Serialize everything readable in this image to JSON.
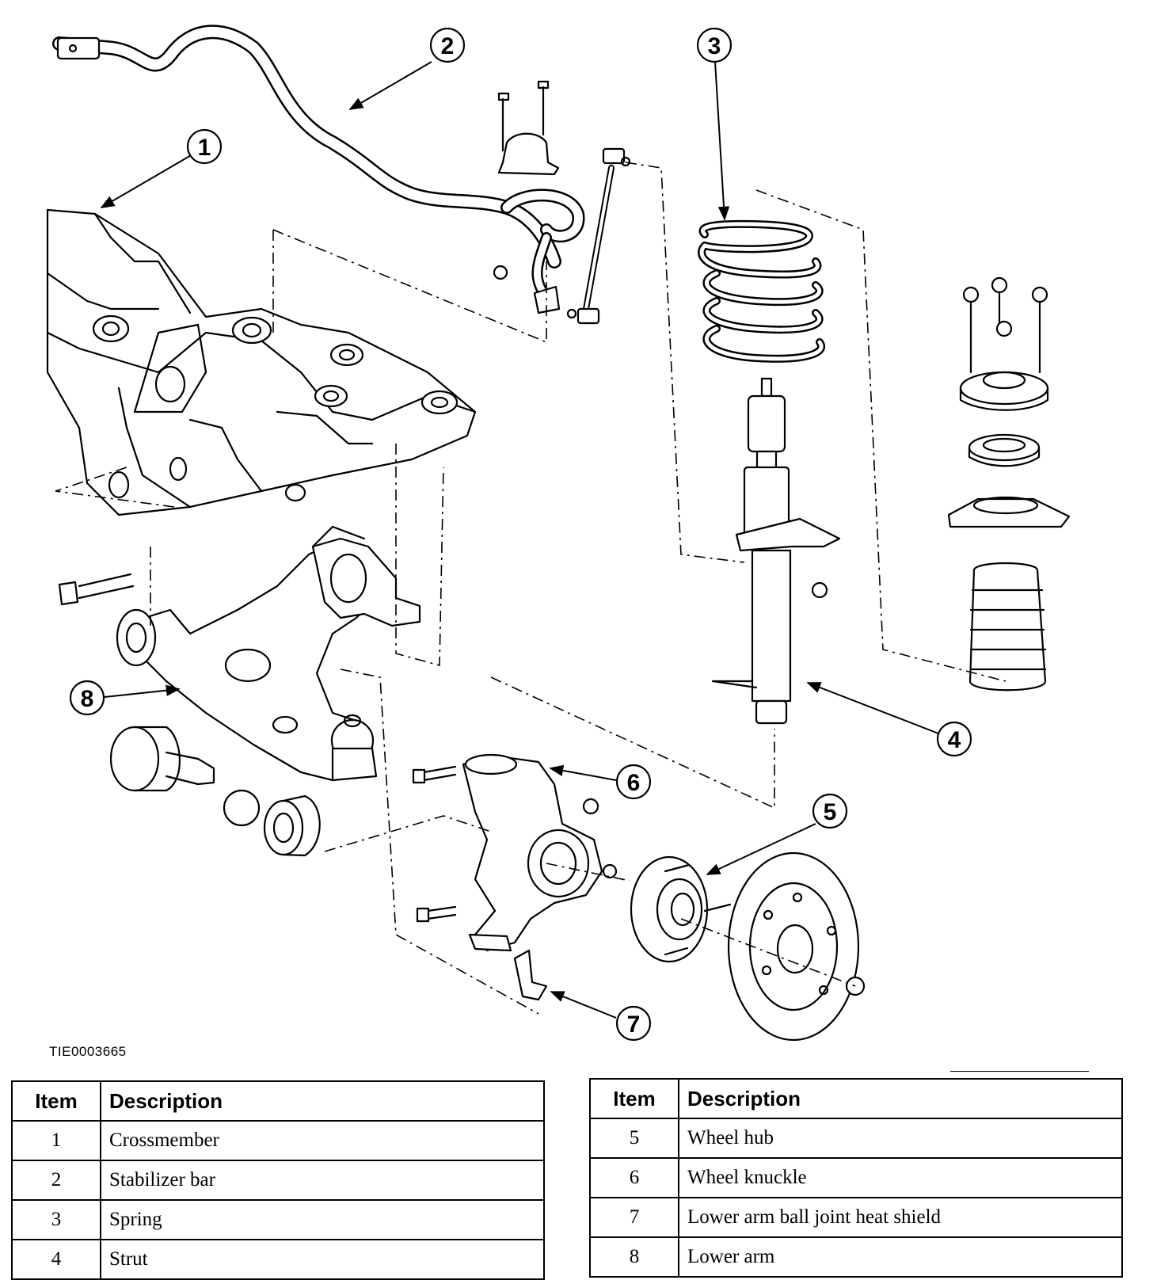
{
  "figure_id": "TIE0003665",
  "callouts": [
    "1",
    "2",
    "3",
    "4",
    "5",
    "6",
    "7",
    "8"
  ],
  "tables": [
    {
      "headers": {
        "item": "Item",
        "description": "Description"
      },
      "rows": [
        {
          "item": "1",
          "description": "Crossmember"
        },
        {
          "item": "2",
          "description": "Stabilizer bar"
        },
        {
          "item": "3",
          "description": "Spring"
        },
        {
          "item": "4",
          "description": "Strut"
        }
      ]
    },
    {
      "headers": {
        "item": "Item",
        "description": "Description"
      },
      "rows": [
        {
          "item": "5",
          "description": "Wheel hub"
        },
        {
          "item": "6",
          "description": "Wheel knuckle"
        },
        {
          "item": "7",
          "description": "Lower arm ball joint heat shield"
        },
        {
          "item": "8",
          "description": "Lower arm"
        }
      ]
    }
  ]
}
